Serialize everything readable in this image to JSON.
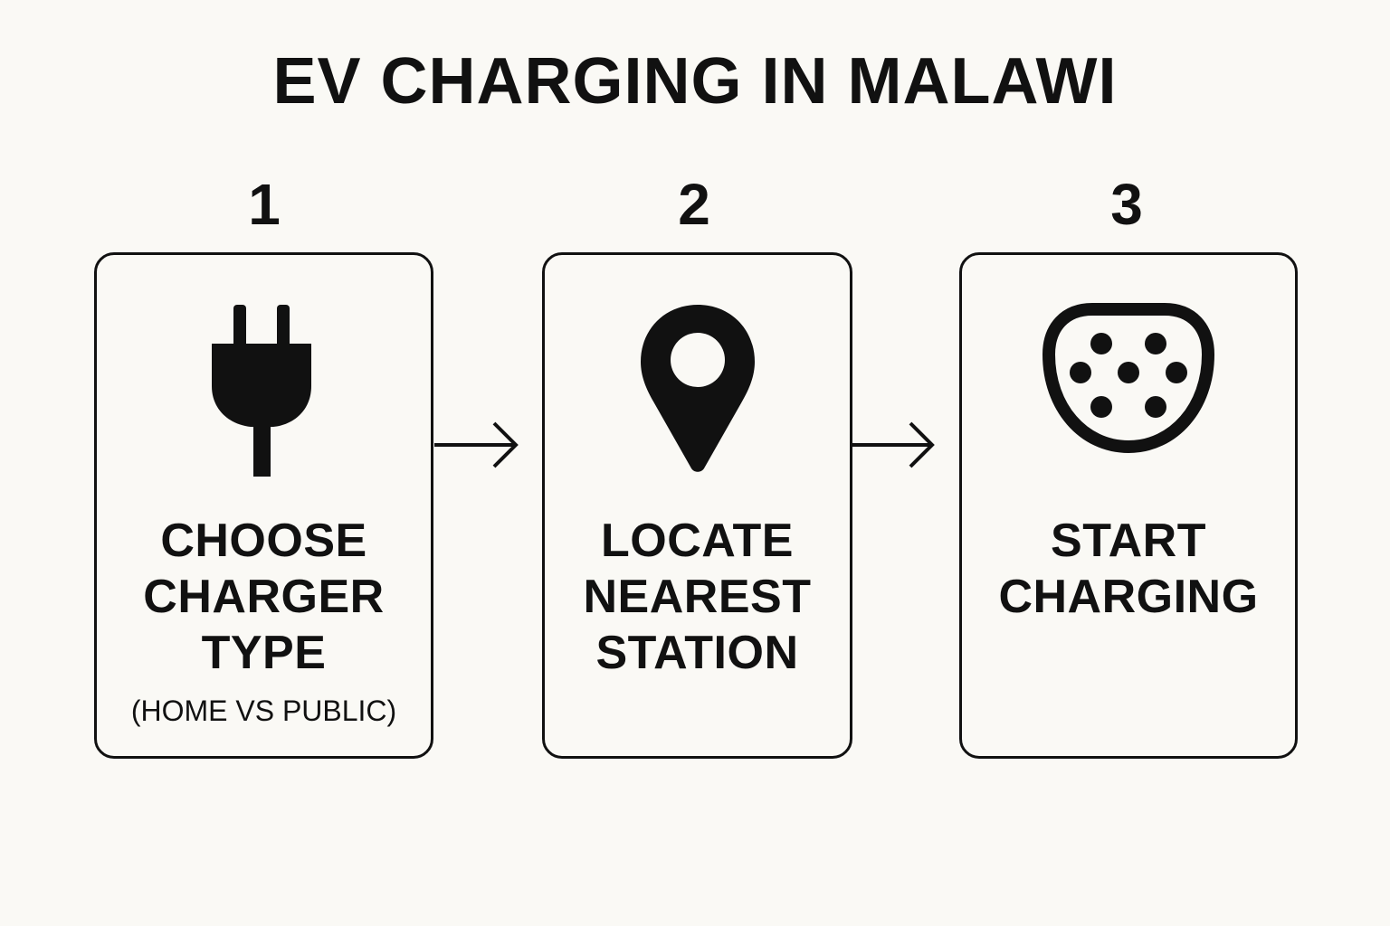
{
  "title": "EV CHARGING IN MALAWI",
  "steps": [
    {
      "number": "1",
      "icon": "plug-icon",
      "lines": [
        "CHOOSE",
        "CHARGER",
        "TYPE"
      ],
      "subtitle": "(HOME VS PUBLIC)"
    },
    {
      "number": "2",
      "icon": "location-pin-icon",
      "lines": [
        "LOCATE",
        "NEAREST",
        "STATION"
      ]
    },
    {
      "number": "3",
      "icon": "charging-connector-icon",
      "lines": [
        "START",
        "CHARGING"
      ]
    }
  ],
  "colors": {
    "background": "#faf9f5",
    "ink": "#111111"
  }
}
